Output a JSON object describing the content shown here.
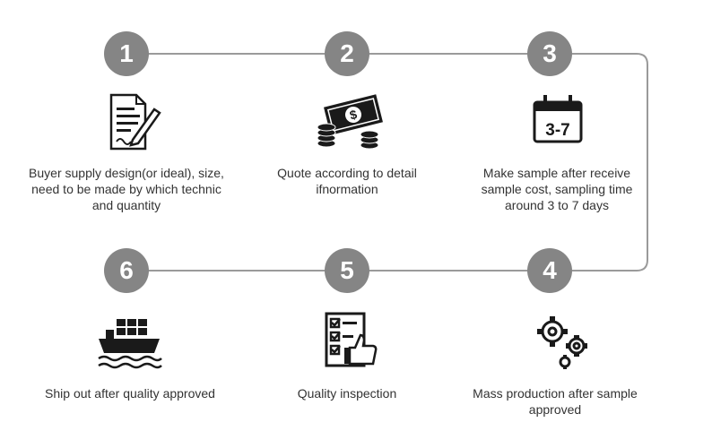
{
  "colors": {
    "circle": "#858585",
    "line": "#9a9a9a",
    "icon": "#1a1a1a",
    "text": "#333333"
  },
  "steps": [
    {
      "number": "1",
      "icon": "document-pen-icon",
      "lines": [
        "Buyer supply design(or ideal), size,",
        "need to be made by which technic",
        "and quantity"
      ]
    },
    {
      "number": "2",
      "icon": "money-coins-icon",
      "lines": [
        "Quote according to detail",
        "ifnormation"
      ]
    },
    {
      "number": "3",
      "icon": "calendar-icon",
      "icon_text": "3-7",
      "lines": [
        "Make sample after receive",
        "sample cost, sampling time",
        "around 3 to 7 days"
      ]
    },
    {
      "number": "4",
      "icon": "gears-icon",
      "lines": [
        "Mass production after sample",
        "approved"
      ]
    },
    {
      "number": "5",
      "icon": "checklist-thumbs-up-icon",
      "lines": [
        "Quality inspection"
      ]
    },
    {
      "number": "6",
      "icon": "cargo-ship-icon",
      "lines": [
        "Ship out after quality approved"
      ]
    }
  ]
}
